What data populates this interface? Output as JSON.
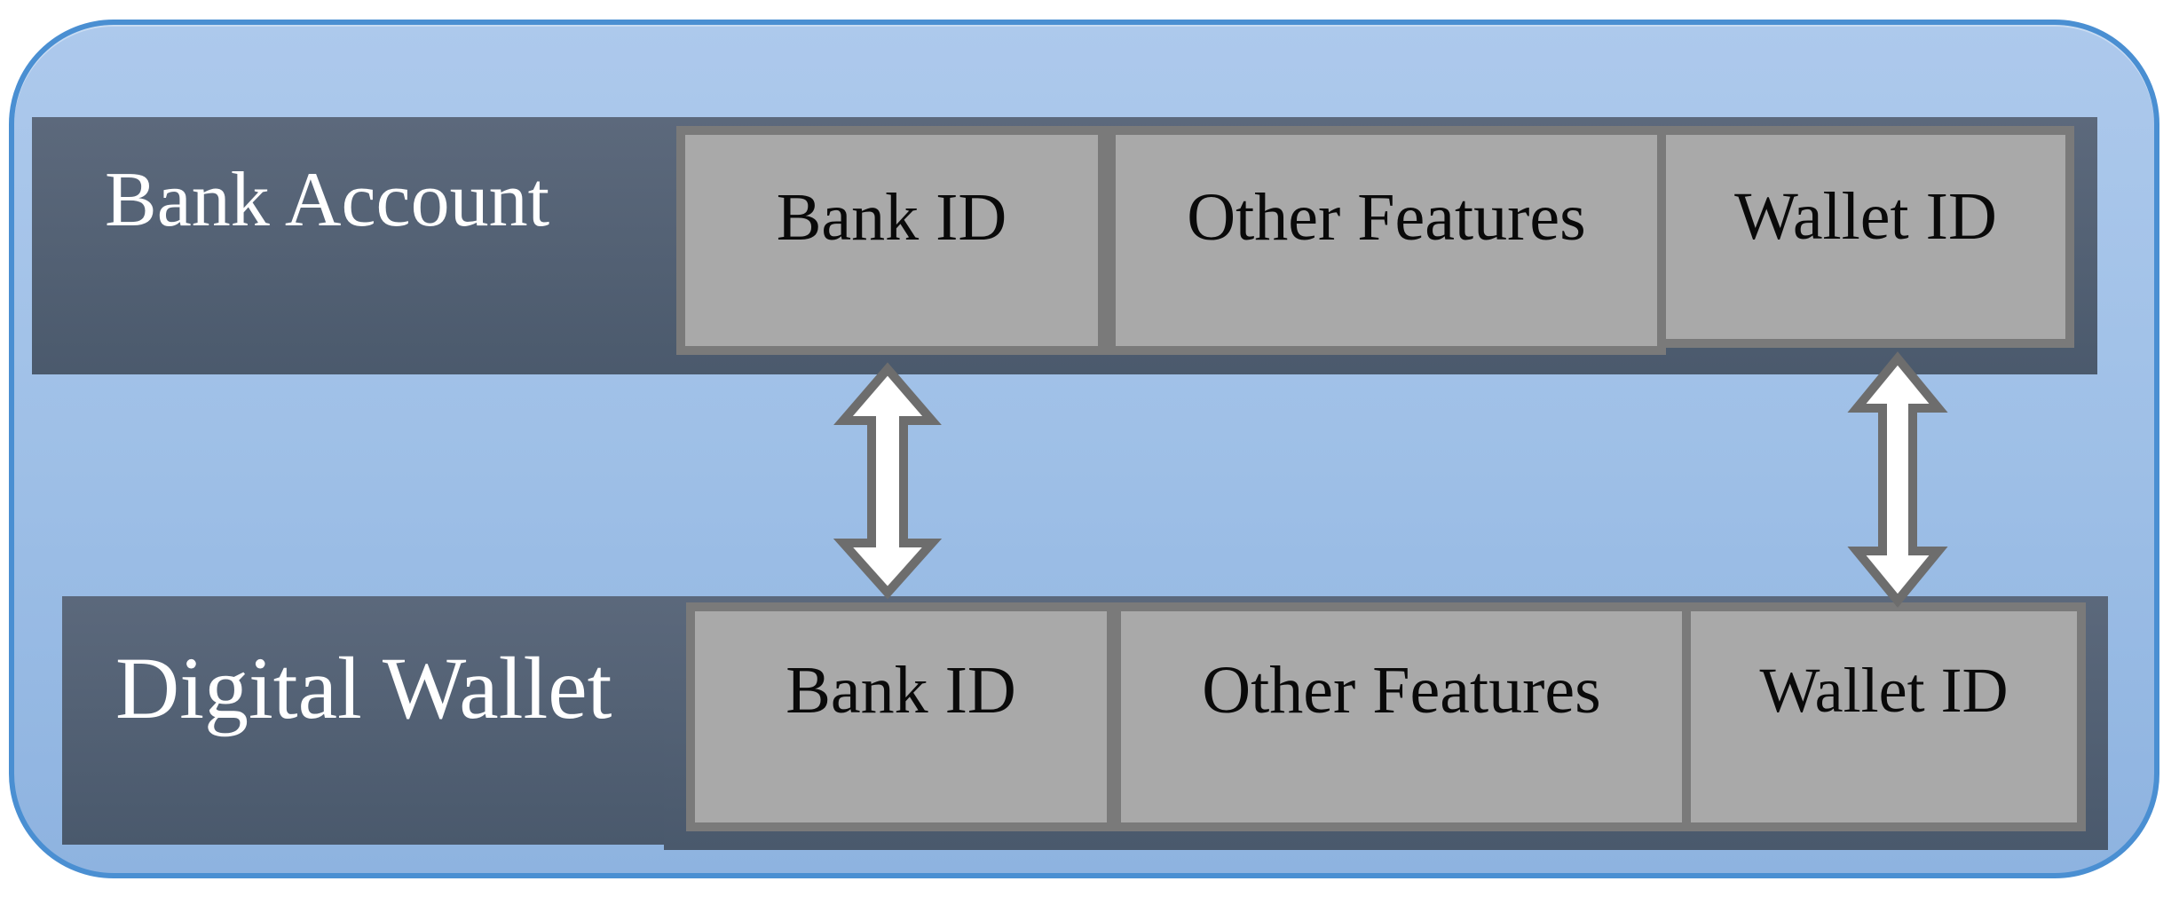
{
  "diagram": {
    "rows": [
      {
        "label": "Bank Account",
        "boxes": [
          "Bank ID",
          "Other Features",
          "Wallet ID"
        ]
      },
      {
        "label": "Digital Wallet",
        "boxes": [
          "Bank ID",
          "Other Features",
          "Wallet ID"
        ]
      }
    ],
    "arrows": [
      {
        "type": "double-headed",
        "orientation": "vertical",
        "connects": "Bank ID"
      },
      {
        "type": "double-headed",
        "orientation": "vertical",
        "connects": "Wallet ID"
      }
    ]
  },
  "colors": {
    "canvas_border": "#4a8fd2",
    "canvas_fill_top": "#adc9ec",
    "canvas_fill_bottom": "#8eb3e0",
    "bar_fill": "#52606f",
    "box_fill": "#a9a9a9",
    "box_border": "#7a7a7a",
    "arrow_fill": "#ffffff",
    "arrow_stroke": "#6d6d6d",
    "row_label_text": "#ffffff",
    "box_label_text": "#0a0a0a"
  }
}
